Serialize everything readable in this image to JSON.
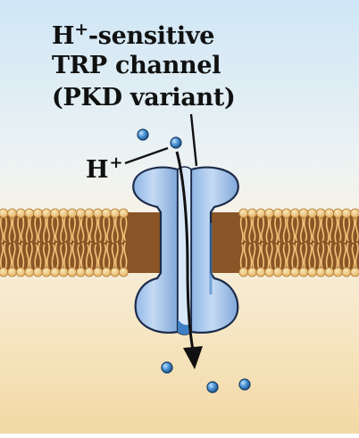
{
  "figure": {
    "title_lines": [
      "H",
      "+",
      "-sensitive",
      "TRP channel",
      "(PKD variant)"
    ],
    "ion_label": "H",
    "ion_charge": "+"
  },
  "colors": {
    "background_top": "#cfe6f6",
    "background_mid": "#f7f2e8",
    "background_bottom": "#f3dca8",
    "lipid_head": "#f2c980",
    "lipid_tail": "#a86d33",
    "membrane_core": "#7c4a1e",
    "channel_fill": "#a9c9ee",
    "channel_outline": "#1b2b4a",
    "proton_fill": "#3a7fc0",
    "arrow": "#111111"
  }
}
